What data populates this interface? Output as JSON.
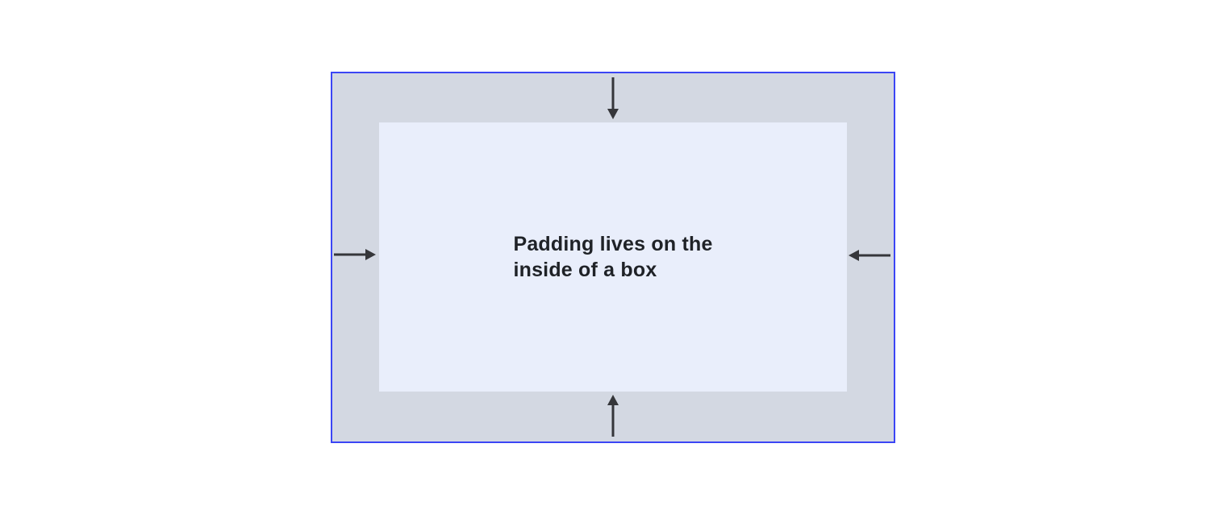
{
  "page": {
    "background_color": "#ffffff"
  },
  "diagram": {
    "title": "css-padding-box-diagram",
    "label_lines": [
      "Padding lives on the",
      "inside of a box"
    ],
    "outer_box": {
      "role": "padding-area",
      "fill_color": "#d3d8e2",
      "border_color": "#3b45f5"
    },
    "inner_box": {
      "role": "content-area",
      "fill_color": "#e9eefb"
    },
    "arrows": {
      "color": "#35363a",
      "directions": [
        "down",
        "up",
        "right",
        "left"
      ],
      "meaning": "padding pushes inward from every side"
    },
    "text_color": "#1f2227"
  }
}
